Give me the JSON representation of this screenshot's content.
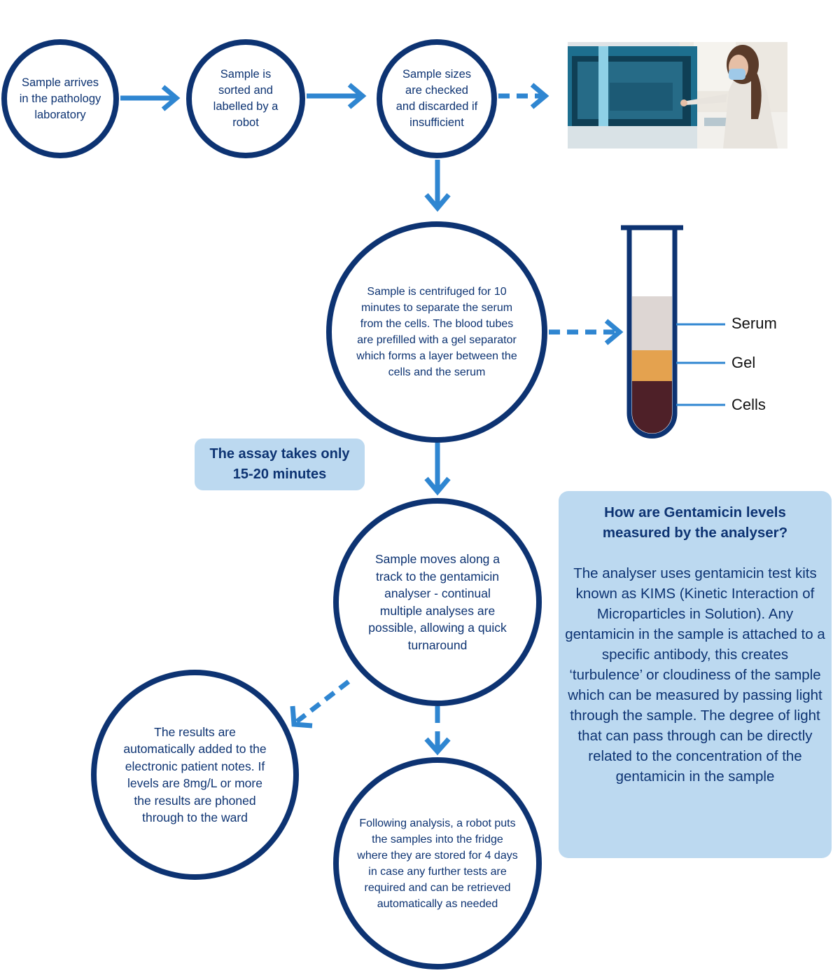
{
  "steps": {
    "arrive": "Sample arrives in the pathology laboratory",
    "sorted": "Sample is sorted and labelled by a robot",
    "sizes": "Sample sizes are checked and discarded if insufficient",
    "centrifuged": "Sample is centrifuged for 10 minutes to separate the serum from the cells. The blood tubes are prefilled with a gel separator which forms a layer between the cells and the serum",
    "track": "Sample moves along a track to the gentamicin analyser - continual multiple analyses are possible, allowing a quick turnaround",
    "results": "The results are automatically added to the electronic patient notes. If levels are 8mg/L or more the results are phoned through to the ward",
    "fridge": "Following analysis, a robot puts the samples into the fridge where they are stored for 4 days in case any further tests are required and can be retrieved automatically as needed"
  },
  "callout": "The assay takes only 15-20 minutes",
  "info": {
    "title": "How are Gentamicin levels measured by the analyser?",
    "body": "The analyser uses gentamicin test kits known as KIMS (Kinetic Interaction of Microparticles in Solution). Any gentamicin in the sample is attached to a specific antibody, this creates ‘turbulence’ or cloudiness of the sample which can be measured by passing light through the sample. The degree of light that can pass through can be directly related to the concentration of the gentamicin in the sample"
  },
  "tube": {
    "labels": {
      "serum": "Serum",
      "gel": "Gel",
      "cells": "Cells"
    },
    "colors": {
      "serum": "#ddd6d3",
      "gel": "#e4a24f",
      "cells": "#4e2028",
      "outline": "#0d3372"
    }
  },
  "colors": {
    "circle_border": "#0d3372",
    "arrow": "#2f86d1",
    "box_fill": "#bcd9f0",
    "text": "#0d3372"
  }
}
